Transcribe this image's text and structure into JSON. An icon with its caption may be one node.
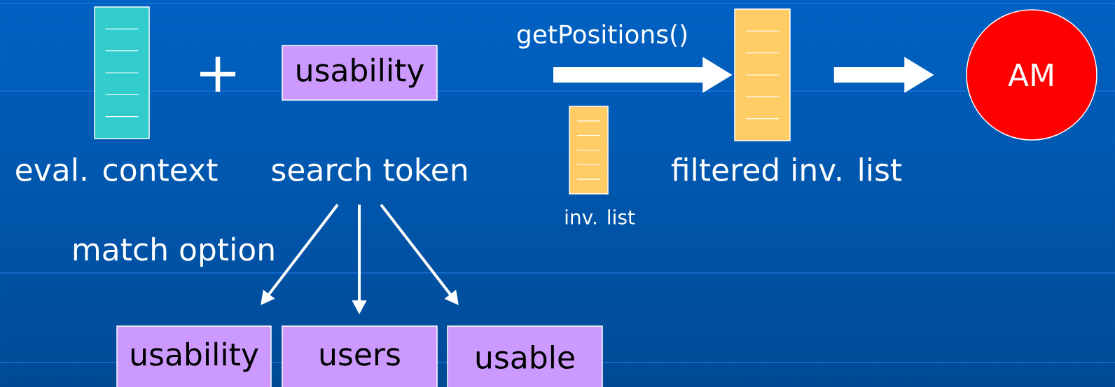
{
  "diagram": {
    "nodes": [
      {
        "text": [
          "eval. context"
        ]
      },
      {
        "text": [
          "usability",
          "search token"
        ]
      },
      {
        "text": [
          "inv. list"
        ]
      },
      {
        "text": [
          "filtered inv. list"
        ]
      },
      {
        "text": [
          "AM"
        ]
      },
      {
        "text": [
          "usability"
        ]
      },
      {
        "text": [
          "users"
        ]
      },
      {
        "text": [
          "usable"
        ]
      }
    ],
    "edges": [
      {
        "from": null,
        "to": 3,
        "arrow": "to",
        "label": "getPositions()",
        "style": "thick"
      },
      {
        "from": 3,
        "to": 4,
        "arrow": "to",
        "style": "thick"
      },
      {
        "from": 1,
        "to": 5,
        "arrow": "to"
      },
      {
        "from": 1,
        "to": 6,
        "arrow": "to"
      },
      {
        "from": 1,
        "to": 7,
        "arrow": "to"
      }
    ],
    "labels": [
      "+",
      "match option"
    ]
  }
}
